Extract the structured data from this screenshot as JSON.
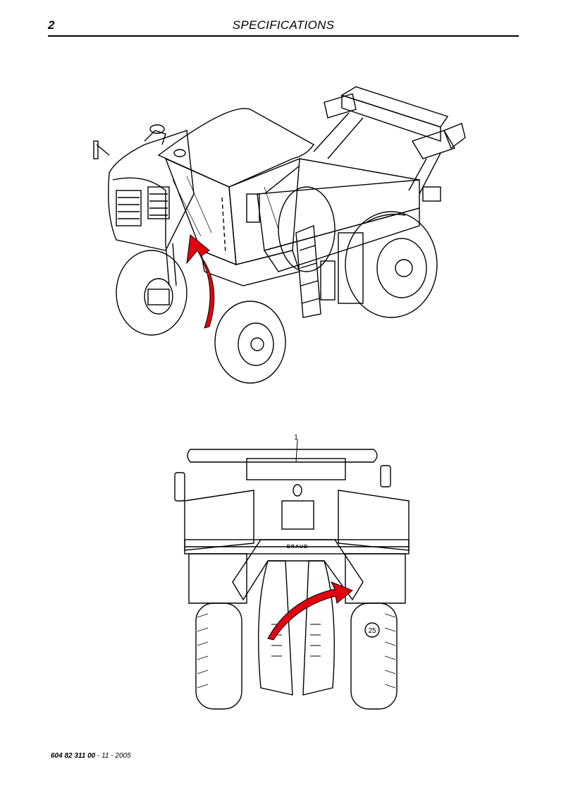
{
  "header": {
    "page_number": "2",
    "section_title": "SPECIFICATIONS"
  },
  "figure2": {
    "callout_label": "1",
    "brand_label": "BRAUD",
    "plate_number": "25"
  },
  "footer": {
    "doc_code": "604 82 311 00",
    "separator_1": " - ",
    "revision": "11",
    "separator_2": " - ",
    "year": "2005"
  },
  "colors": {
    "arrow_red": "#e3000f",
    "line": "#000000"
  }
}
